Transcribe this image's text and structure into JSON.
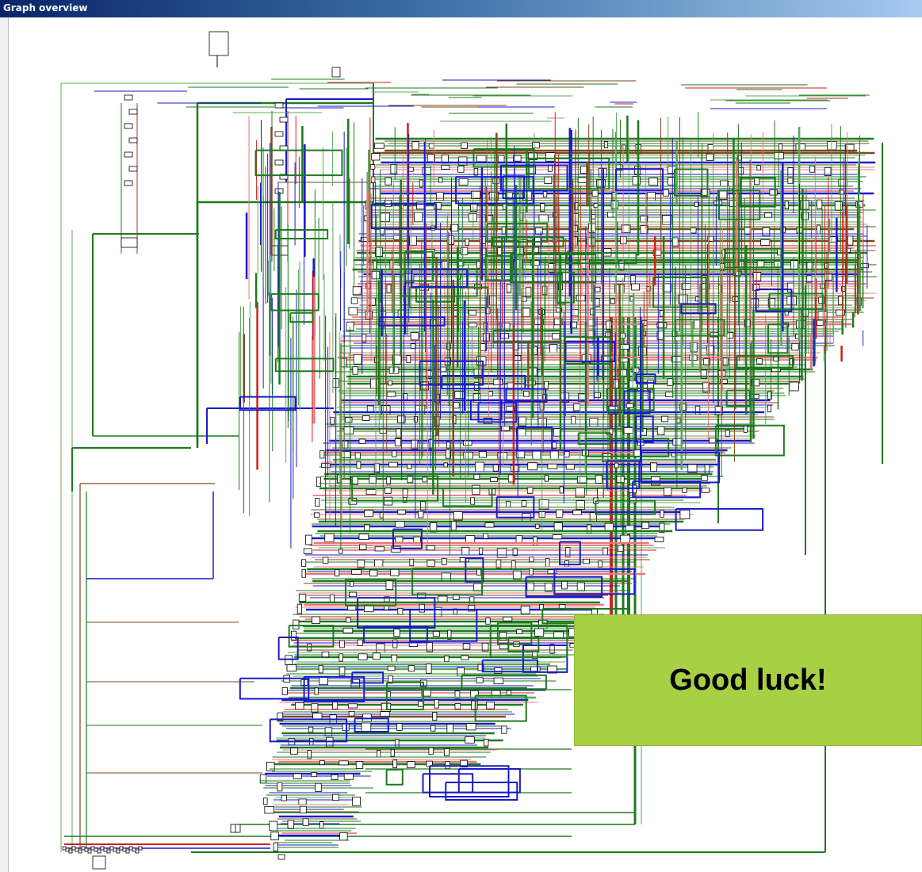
{
  "window": {
    "title": "Graph overview"
  },
  "callout": {
    "text": "Good luck!"
  },
  "colors": {
    "edge_green": "#1e7a1e",
    "edge_light_green": "#5aa85a",
    "edge_blue": "#1a1ac8",
    "edge_red": "#d21e1e",
    "edge_pink": "#e87878",
    "edge_brown": "#7a4a1e",
    "callout_bg": "#a9d045",
    "titlebar_start": "#0a246a",
    "titlebar_end": "#a6caf0"
  },
  "icons": {
    "node": "node-box",
    "edge": "edge-line"
  }
}
